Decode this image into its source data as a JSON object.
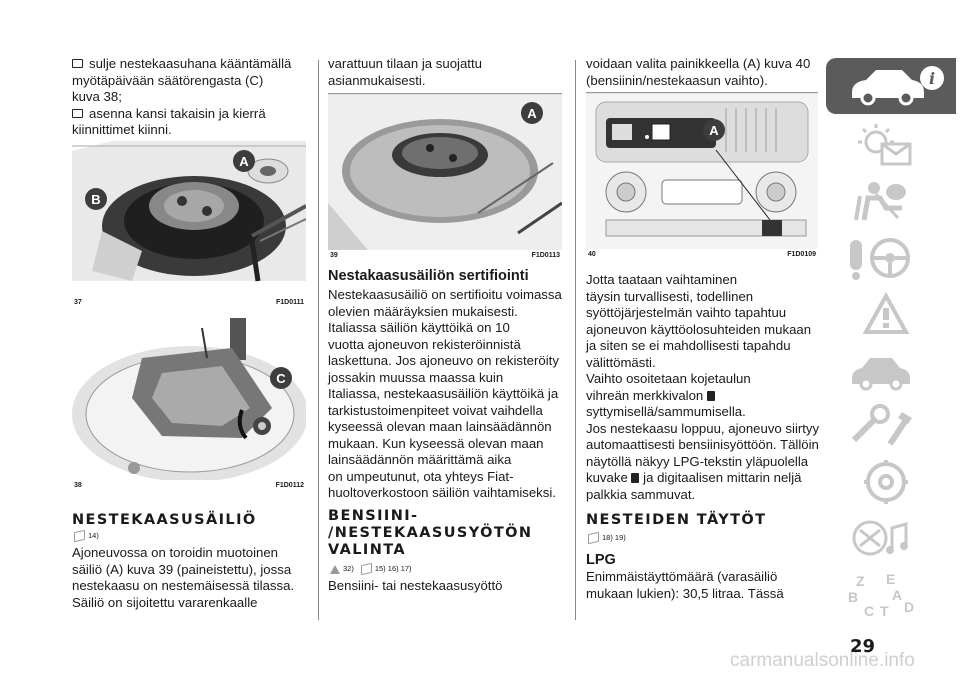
{
  "col1": {
    "intro": [
      {
        "bullet": true,
        "text": "sulje nestekaasuhana kääntämällä"
      },
      {
        "bullet": false,
        "text": "myötäpäivään säätörengasta (C)"
      },
      {
        "bullet": false,
        "text": "kuva 38;"
      },
      {
        "bullet": true,
        "text": "asenna kansi takaisin ja kierrä"
      },
      {
        "bullet": false,
        "text": "kiinnittimet kiinni."
      }
    ],
    "fig37": {
      "num": "37",
      "code": "F1D0111",
      "callouts": [
        "A",
        "B"
      ]
    },
    "fig38": {
      "num": "38",
      "code": "F1D0112",
      "callouts": [
        "C"
      ]
    },
    "heading": "NESTEKAASUSÄILIÖ",
    "refs": "14)",
    "body": [
      "Ajoneuvossa on toroidin muotoinen",
      "säiliö (A) kuva 39 (paineistettu), jossa",
      "nestekaasu on nestemäisessä tilassa.",
      "Säiliö on sijoitettu vararenkaalle"
    ]
  },
  "col2": {
    "top": [
      "varattuun tilaan ja suojattu",
      "asianmukaisesti."
    ],
    "fig39": {
      "num": "39",
      "code": "F1D0113",
      "callouts": [
        "A"
      ]
    },
    "subheading": "Nestakaasusäiliön sertifiointi",
    "body": [
      "Nestekaasusäiliö on sertifioitu voimassa",
      "olevien määräyksien mukaisesti.",
      "Italiassa säiliön käyttöikä on 10",
      "vuotta ajoneuvon rekisteröinnistä",
      "laskettuna. Jos ajoneuvo on rekisteröity",
      "jossakin muussa maassa kuin",
      "Italiassa, nestekaasusäiliön käyttöikä ja",
      "tarkistustoimenpiteet voivat vaihdella",
      "kyseessä olevan maan lainsäädännön",
      "mukaan. Kun kyseessä olevan maan",
      "lainsäädännön määrittämä aika",
      "on umpeutunut, ota yhteys Fiat-",
      "huoltoverkostoon säiliön vaihtamiseksi."
    ],
    "heading": [
      "BENSIINI-",
      "/NESTEKAASUSYÖTÖN",
      "VALINTA"
    ],
    "refs_a": "32)",
    "refs_b": "15) 16) 17)",
    "tail": "Bensiini- tai nestekaasusyöttö"
  },
  "col3": {
    "top": [
      "voidaan valita painikkeella (A) kuva 40",
      "(bensiinin/nestekaasun vaihto)."
    ],
    "fig40": {
      "num": "40",
      "code": "F1D0109",
      "callouts": [
        "A"
      ]
    },
    "body1": [
      "Jotta taataan vaihtaminen",
      "täysin turvallisesti, todellinen",
      "syöttöjärjestelmän vaihto tapahtuu",
      "ajoneuvon käyttöolosuhteiden mukaan",
      "ja siten se ei mahdollisesti tapahdu",
      "välittömästi."
    ],
    "body2a": "Vaihto osoitetaan kojetaulun",
    "body2b": "vihreän merkkivalon",
    "body2c": "syttymisellä/sammumisella.",
    "body3": [
      "Jos nestekaasu loppuu, ajoneuvo siirtyy",
      "automaattisesti bensiinisyöttöön. Tällöin",
      "näytöllä näkyy LPG-tekstin yläpuolella"
    ],
    "body3d": "kuvake",
    "body3e": "ja digitaalisen mittarin neljä",
    "body3f": "palkkia sammuvat.",
    "heading": "NESTEIDEN TÄYTÖT",
    "refs": "18) 19)",
    "subheading": "LPG",
    "lpg": [
      "Enimmäistäyttömäärä (varasäiliö",
      "mukaan lukien): 30,5 litraa. Tässä"
    ]
  },
  "sidebar": [
    {
      "icon": "car-info-icon"
    },
    {
      "icon": "dashboard-lights-icon"
    },
    {
      "icon": "safety-airbag-icon"
    },
    {
      "icon": "steering-wheel-icon"
    },
    {
      "icon": "warning-light-icon"
    },
    {
      "icon": "car-emergency-icon"
    },
    {
      "icon": "maintenance-icon"
    },
    {
      "icon": "technical-data-icon"
    },
    {
      "icon": "multimedia-icon"
    },
    {
      "icon": "alphabetical-index-icon"
    }
  ],
  "sidebar_index_letters": [
    "Z",
    "E",
    "A",
    "B",
    "C",
    "T",
    "D"
  ],
  "page_number": "29",
  "footer": "carmanualsonline.info",
  "colors": {
    "sidebar_active": "#5b5b5b",
    "sidebar_icon": "#c7c7c7",
    "callout": "#3d3d3d"
  }
}
